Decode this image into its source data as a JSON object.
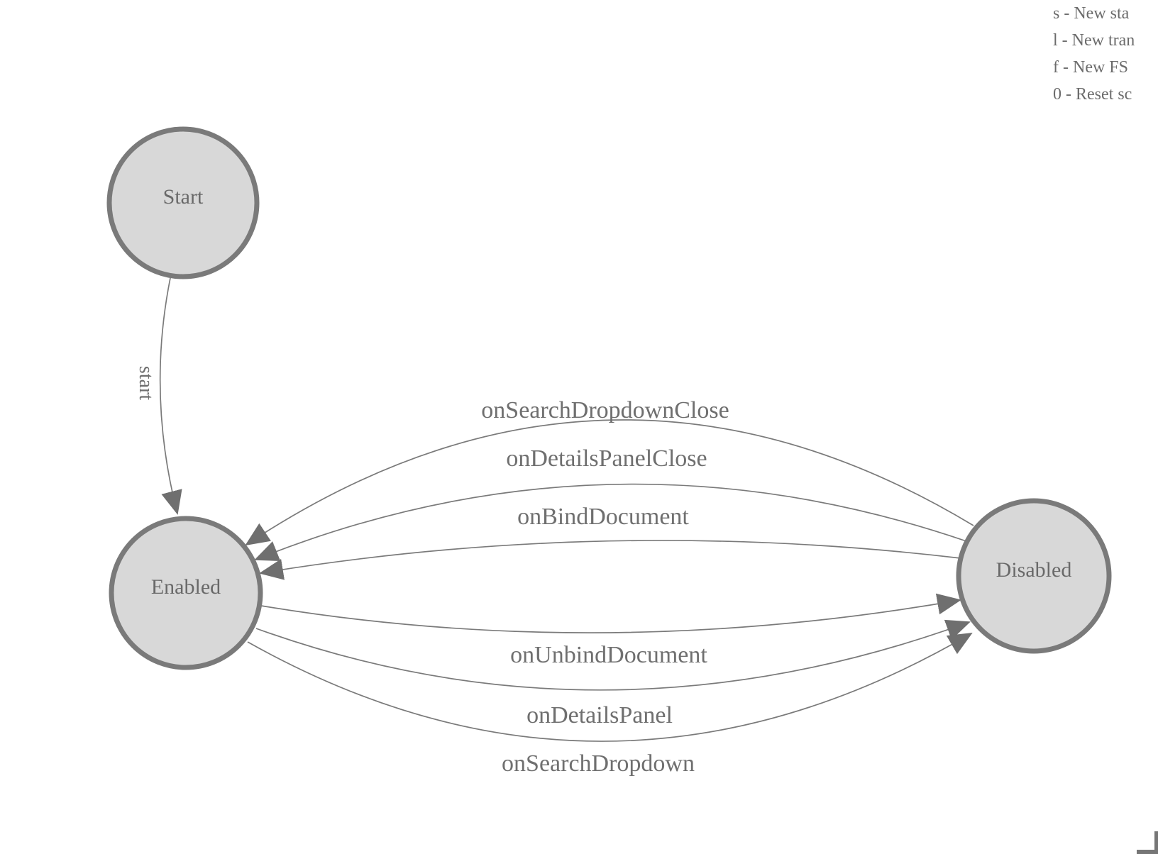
{
  "app": {
    "description": "Finite state machine diagram canvas"
  },
  "legend": {
    "lines": [
      "s - New sta",
      "l - New tran",
      "f - New FS",
      "0 - Reset sc"
    ]
  },
  "states": [
    {
      "id": "start",
      "label": "Start"
    },
    {
      "id": "enabled",
      "label": "Enabled"
    },
    {
      "id": "disabled",
      "label": "Disabled"
    }
  ],
  "transitions": [
    {
      "label": "start",
      "from": "Start",
      "to": "Enabled"
    },
    {
      "label": "onSearchDropdownClose",
      "from": "Disabled",
      "to": "Enabled"
    },
    {
      "label": "onDetailsPanelClose",
      "from": "Disabled",
      "to": "Enabled"
    },
    {
      "label": "onBindDocument",
      "from": "Disabled",
      "to": "Enabled"
    },
    {
      "label": "onUnbindDocument",
      "from": "Enabled",
      "to": "Disabled"
    },
    {
      "label": "onDetailsPanel",
      "from": "Enabled",
      "to": "Disabled"
    },
    {
      "label": "onSearchDropdown",
      "from": "Enabled",
      "to": "Disabled"
    }
  ],
  "colors": {
    "background": "#ffffff",
    "state_fill": "#d8d8d8",
    "state_stroke": "#7a7a7a",
    "edge_stroke": "#7a7a7a",
    "arrowhead": "#6f6f6f",
    "text": "#696969",
    "legend_text": "#6b6b6b"
  }
}
